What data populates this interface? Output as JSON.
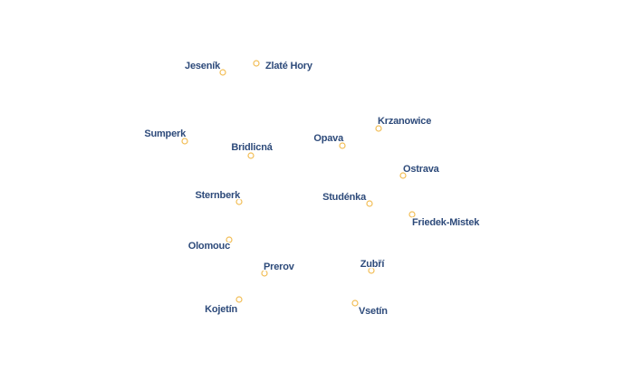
{
  "colors": {
    "background": "#ffffff",
    "marker_stroke": "#f2be57",
    "marker_fill": "#ffffff",
    "label_fill": "#2d4a7a",
    "label_halo": "#ffffff"
  },
  "cities": [
    {
      "id": "jesenik",
      "name": "Jeseník",
      "label_side": "left"
    },
    {
      "id": "zlate-hory",
      "name": "Zlaté Hory",
      "label_side": "right"
    },
    {
      "id": "sumperk",
      "name": "Sumperk",
      "label_side": "left"
    },
    {
      "id": "bridlicna",
      "name": "Bridlicná",
      "label_side": "above"
    },
    {
      "id": "opava",
      "name": "Opava",
      "label_side": "left"
    },
    {
      "id": "krzanowice",
      "name": "Krzanowice",
      "label_side": "right"
    },
    {
      "id": "ostrava",
      "name": "Ostrava",
      "label_side": "right"
    },
    {
      "id": "sternberk",
      "name": "Sternberk",
      "label_side": "left"
    },
    {
      "id": "studenka",
      "name": "Studénka",
      "label_side": "left"
    },
    {
      "id": "friedek-mistek",
      "name": "Friedek-Mistek",
      "label_side": "right"
    },
    {
      "id": "olomouc",
      "name": "Olomouc",
      "label_side": "left"
    },
    {
      "id": "prerov",
      "name": "Prerov",
      "label_side": "right"
    },
    {
      "id": "zubri",
      "name": "Zubří",
      "label_side": "above"
    },
    {
      "id": "kojetin",
      "name": "Kojetín",
      "label_side": "left"
    },
    {
      "id": "vsetin",
      "name": "Vsetín",
      "label_side": "right"
    }
  ]
}
